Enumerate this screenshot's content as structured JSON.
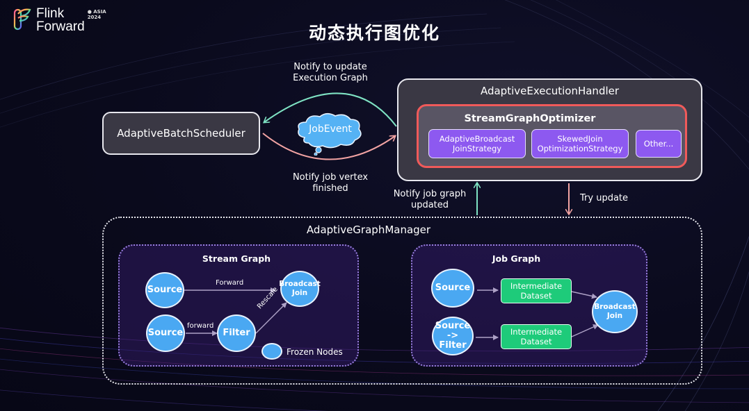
{
  "logo": {
    "line1": "Flink",
    "line2": "Forward",
    "badge_line1": "● ASIA",
    "badge_line2": "2024"
  },
  "title": "动态执行图优化",
  "scheduler": {
    "label": "AdaptiveBatchScheduler"
  },
  "event": {
    "label": "JobEvent"
  },
  "arrows": {
    "notify_update_execution": "Notify to update\nExecution Graph",
    "notify_vertex_finished": "Notify job vertex\nfinished",
    "notify_job_graph_updated": "Notify job graph\nupdated",
    "try_update": "Try update"
  },
  "handler": {
    "label": "AdaptiveExecutionHandler",
    "optimizer": {
      "label": "StreamGraphOptimizer",
      "strategies": [
        "AdaptiveBroadcast\nJoinStrategy",
        "SkewedJoin\nOptimizationStrategy",
        "Other..."
      ]
    }
  },
  "manager": {
    "label": "AdaptiveGraphManager",
    "stream_graph": {
      "title": "Stream Graph",
      "nodes": {
        "source1": "Source",
        "source2": "Source",
        "filter": "Filter",
        "join": "Broadcast\nJoin"
      },
      "edges": {
        "forward_upper": "Forward",
        "forward_lower": "forward",
        "rescale": "Rescale"
      },
      "legend": "Frozen Nodes"
    },
    "job_graph": {
      "title": "Job Graph",
      "nodes": {
        "source": "Source",
        "source_filter": "Source\n-> Filter",
        "join": "Broadcast\nJoin"
      },
      "datasets": [
        "Intermediate\nDataset",
        "Intermediate\nDataset"
      ]
    }
  },
  "colors": {
    "teal_arrow": "#7fe3c4",
    "pink_arrow": "#f2a3a3",
    "optimizer_border": "#f05a5a",
    "strategy_fill": "#8d59f0",
    "node_fill": "#4aa8f2",
    "dataset_fill": "#1ecb7a"
  }
}
